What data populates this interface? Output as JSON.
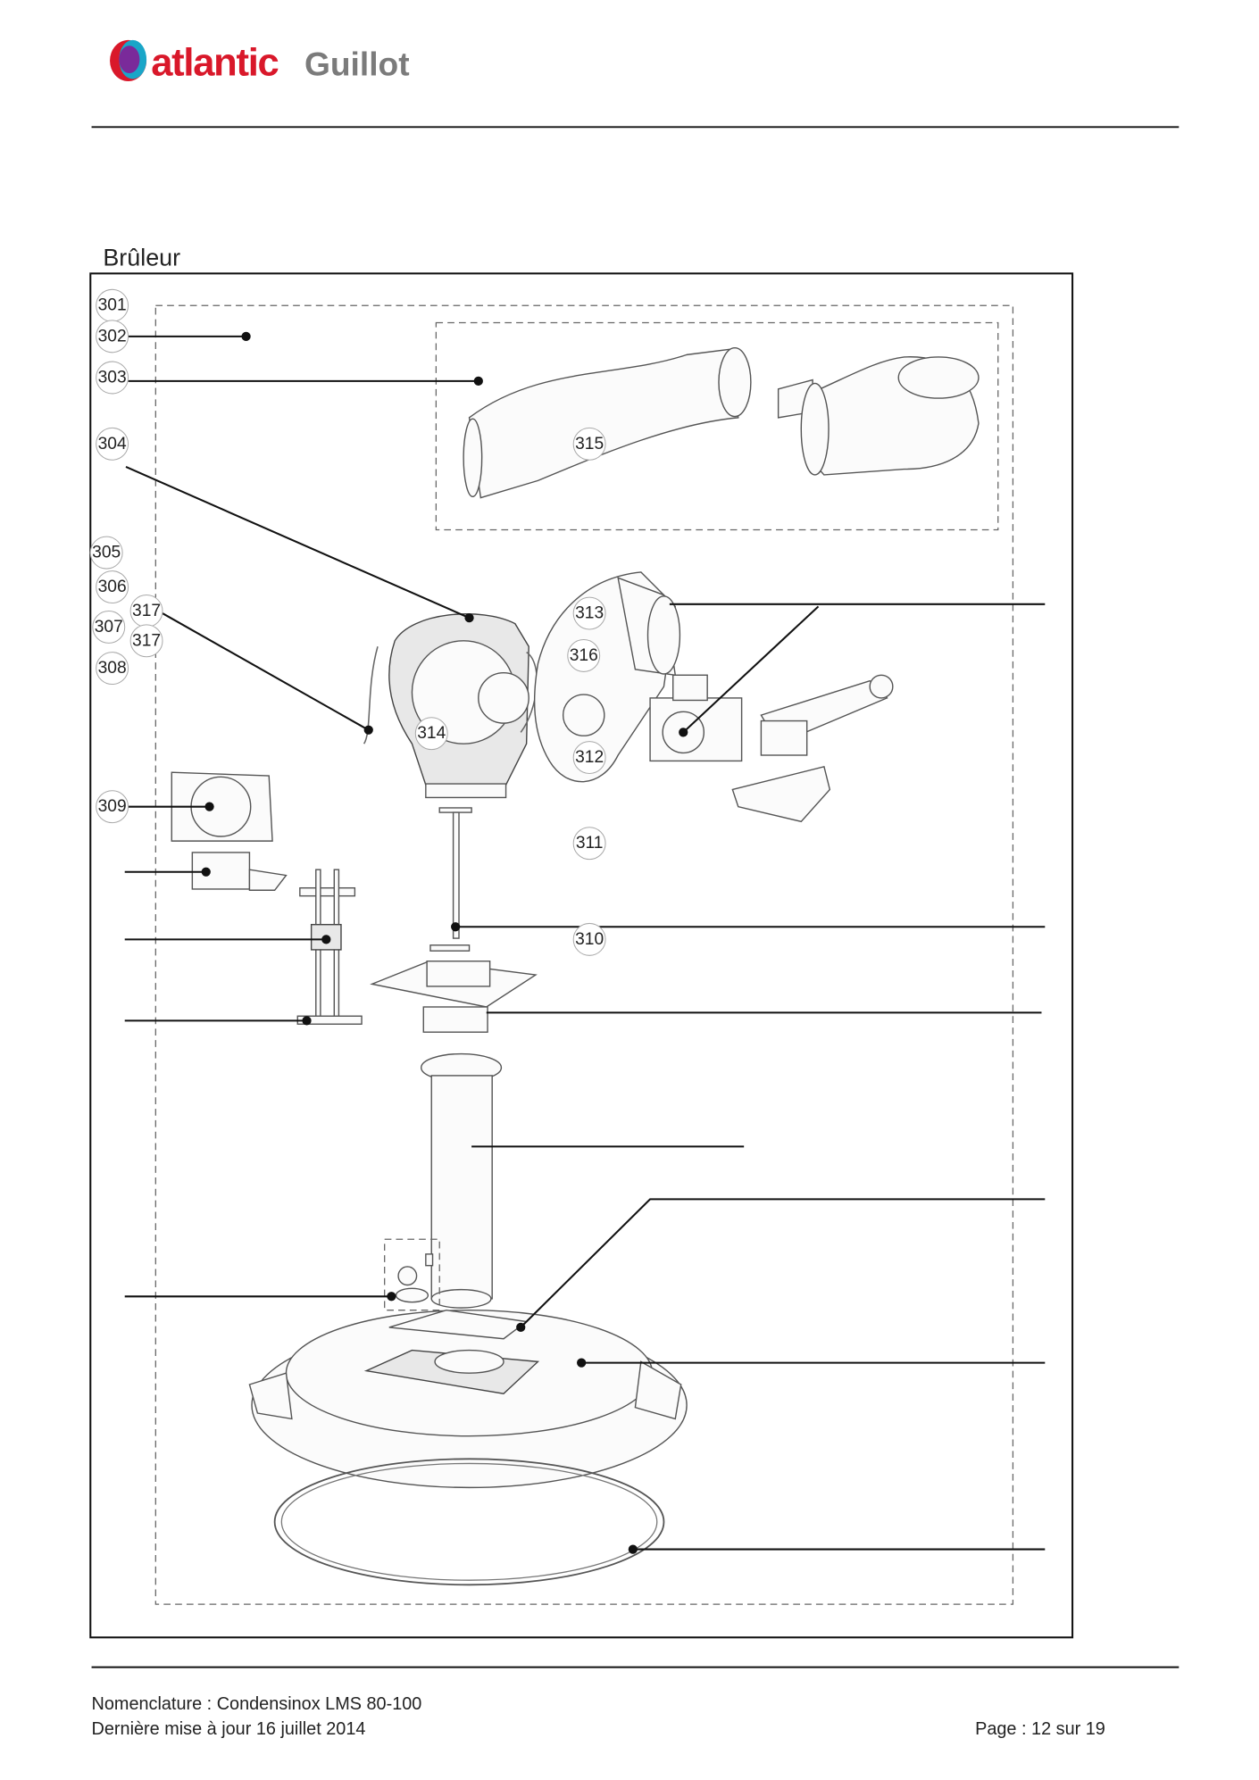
{
  "header": {
    "logo": {
      "brand_primary": "atlantic",
      "brand_secondary": "Guillot",
      "primary_color": "#d9182a",
      "secondary_color": "#7b7b7b"
    }
  },
  "section": {
    "title": "Brûleur"
  },
  "diagram": {
    "callouts": {
      "c301": "301",
      "c302": "302",
      "c303": "303",
      "c304": "304",
      "c305": "305",
      "c306": "306",
      "c307": "307",
      "c317a": "317",
      "c317b": "317",
      "c308": "308",
      "c309": "309",
      "c310": "310",
      "c311": "311",
      "c312": "312",
      "c313": "313",
      "c314": "314",
      "c315": "315",
      "c316": "316"
    }
  },
  "footer": {
    "nomenclature": "Nomenclature : Condensinox LMS 80-100",
    "updated": "Dernière mise à jour 16 juillet 2014",
    "page": "Page : 12 sur 19"
  }
}
